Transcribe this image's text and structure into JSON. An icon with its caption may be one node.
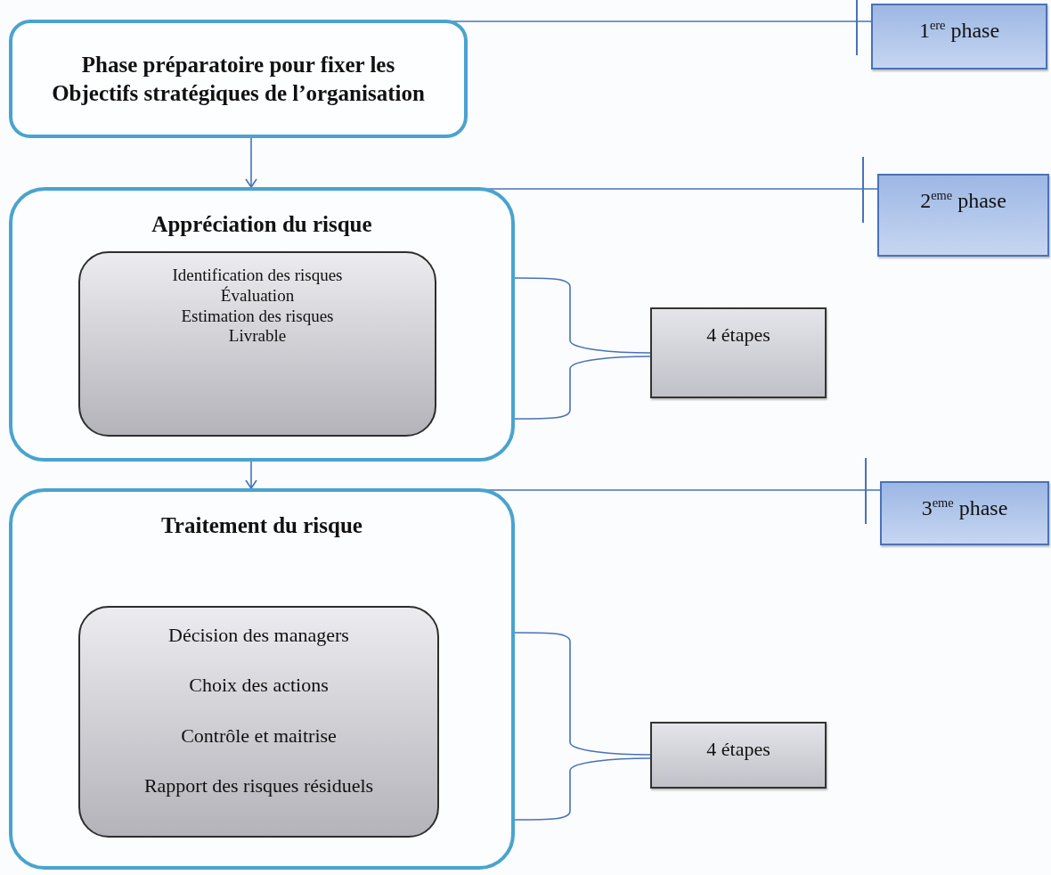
{
  "diagram": {
    "nodes": [
      {
        "text": [
          "Phase préparatoire pour fixer les Objectifs stratégiques de l’organisation"
        ]
      },
      {
        "text": [
          "1$^{ere}$ phase"
        ]
      },
      {
        "text": [
          "Appréciation du risque"
        ]
      },
      {
        "text": [
          "Identification des risques",
          "Évaluation",
          "Estimation des risques",
          "Livrable"
        ],
        "in": 2
      },
      {
        "text": [
          "2$^{eme}$ phase"
        ]
      },
      {
        "text": [
          "4 étapes"
        ]
      },
      {
        "text": [
          "Traitement du risque"
        ]
      },
      {
        "text": [
          "Décision des managers",
          "Choix des actions",
          "Contrôle et maitrise",
          "Rapport des risques résiduels"
        ],
        "in": 6
      },
      {
        "text": [
          "3$^{eme}$ phase"
        ]
      },
      {
        "text": [
          "4 étapes"
        ]
      }
    ],
    "edges": [
      {
        "from": 0,
        "to": 2,
        "arrow": "to"
      },
      {
        "from": 2,
        "to": 6,
        "arrow": "to"
      },
      {
        "from": 0,
        "to": 1,
        "arrow": "other"
      },
      {
        "from": 2,
        "to": 4,
        "arrow": "other"
      },
      {
        "from": 6,
        "to": 8,
        "arrow": "other"
      },
      {
        "from": 2,
        "to": 5,
        "arrow": "none"
      },
      {
        "from": 6,
        "to": 9,
        "arrow": "none"
      }
    ]
  }
}
